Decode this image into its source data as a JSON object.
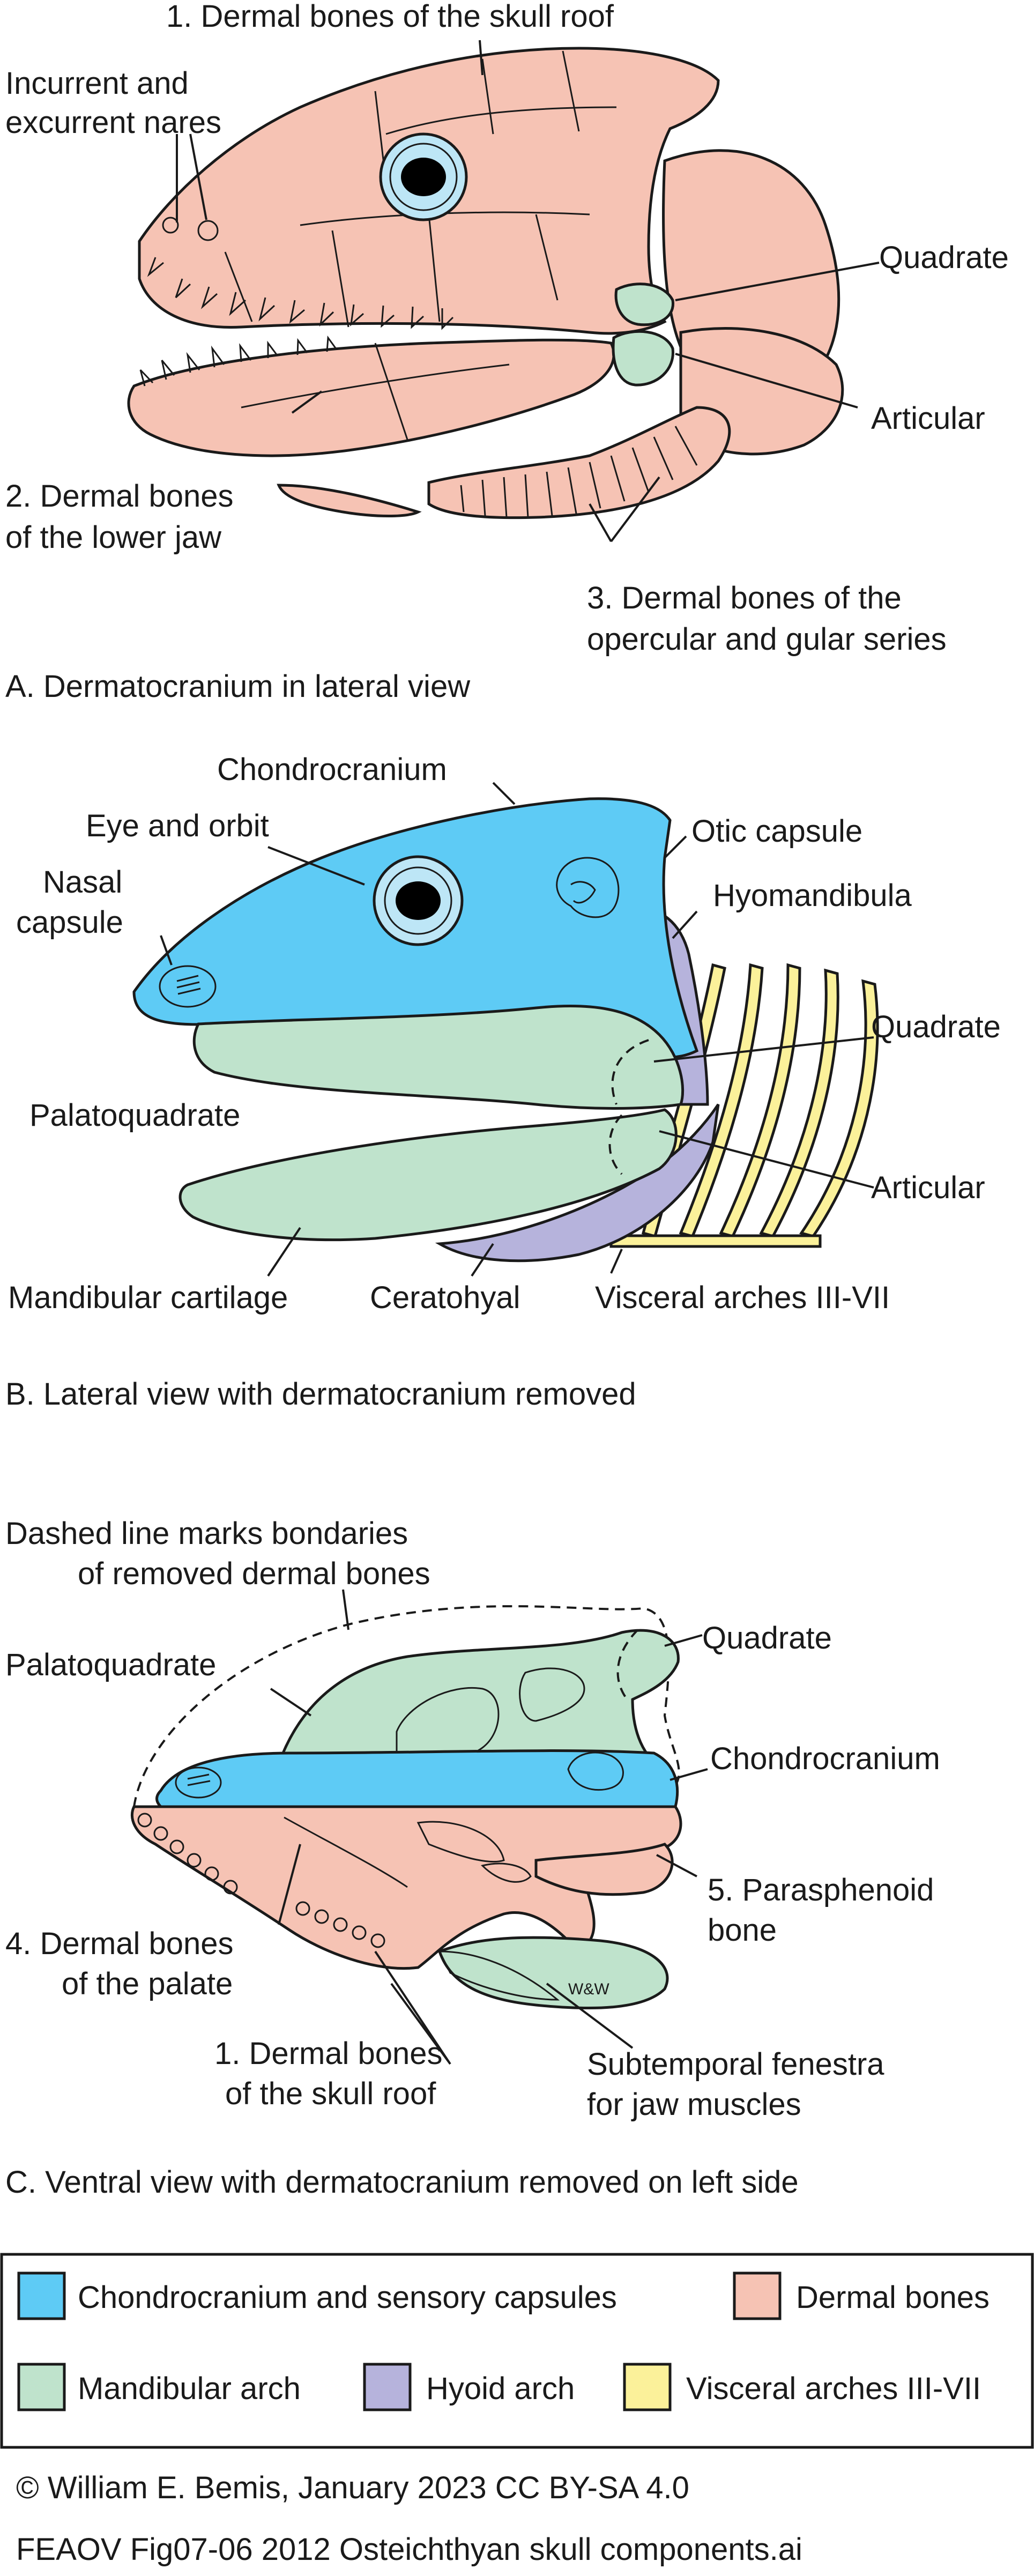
{
  "colors": {
    "chondrocranium": "#5ecbf5",
    "dermal": "#f6c3b4",
    "mandibular": "#bfe3cc",
    "hyoid": "#b6b3dc",
    "visceral": "#fbf19a",
    "fenestra": "#7a7a7a",
    "outline": "#1a1a1a"
  },
  "panelA": {
    "labels": {
      "skull_roof": "1. Dermal bones of the skull roof",
      "nares_1": "Incurrent and",
      "nares_2": "excurrent nares",
      "quadrate": "Quadrate",
      "articular": "Articular",
      "lower_jaw_1": "2. Dermal bones",
      "lower_jaw_2": "of the lower jaw",
      "opercular_1": "3. Dermal bones of the",
      "opercular_2": "opercular and gular series"
    },
    "caption": "A.  Dermatocranium in lateral view"
  },
  "panelB": {
    "labels": {
      "chondrocranium": "Chondrocranium",
      "eye": "Eye and orbit",
      "otic": "Otic capsule",
      "nasal_1": "Nasal",
      "nasal_2": "capsule",
      "hyomandibula": "Hyomandibula",
      "quadrate": "Quadrate",
      "palatoquadrate": "Palatoquadrate",
      "articular": "Articular",
      "mandibular_cartilage": "Mandibular cartilage",
      "ceratohyal": "Ceratohyal",
      "visceral": "Visceral arches III-VII"
    },
    "caption": "B.  Lateral view with dermatocranium removed"
  },
  "panelC": {
    "labels": {
      "dashed_1": "Dashed line marks bondaries",
      "dashed_2": "of removed dermal bones",
      "quadrate": "Quadrate",
      "palatoquadrate": "Palatoquadrate",
      "chondrocranium": "Chondrocranium",
      "parasphenoid_1": "5. Parasphenoid",
      "parasphenoid_2": "bone",
      "palate_1": "4. Dermal bones",
      "palate_2": "of the palate",
      "skull_roof_1": "1. Dermal bones",
      "skull_roof_2": "of the skull roof",
      "fenestra_1": "Subtemporal fenestra",
      "fenestra_2": "for jaw muscles",
      "signature": "W&W"
    },
    "caption": "C.  Ventral view with dermatocranium removed on left side"
  },
  "legend": {
    "items": [
      {
        "label": "Chondrocranium and sensory capsules",
        "color": "#5ecbf5"
      },
      {
        "label": "Dermal bones",
        "color": "#f6c3b4"
      },
      {
        "label": "Mandibular arch",
        "color": "#bfe3cc"
      },
      {
        "label": "Hyoid arch",
        "color": "#b6b3dc"
      },
      {
        "label": "Visceral arches III-VII",
        "color": "#fbf19a"
      }
    ]
  },
  "footer": {
    "copyright": "© William E. Bemis, January 2023 CC BY-SA 4.0",
    "filename": "FEAOV Fig07-06 2012 Osteichthyan skull components.ai"
  }
}
